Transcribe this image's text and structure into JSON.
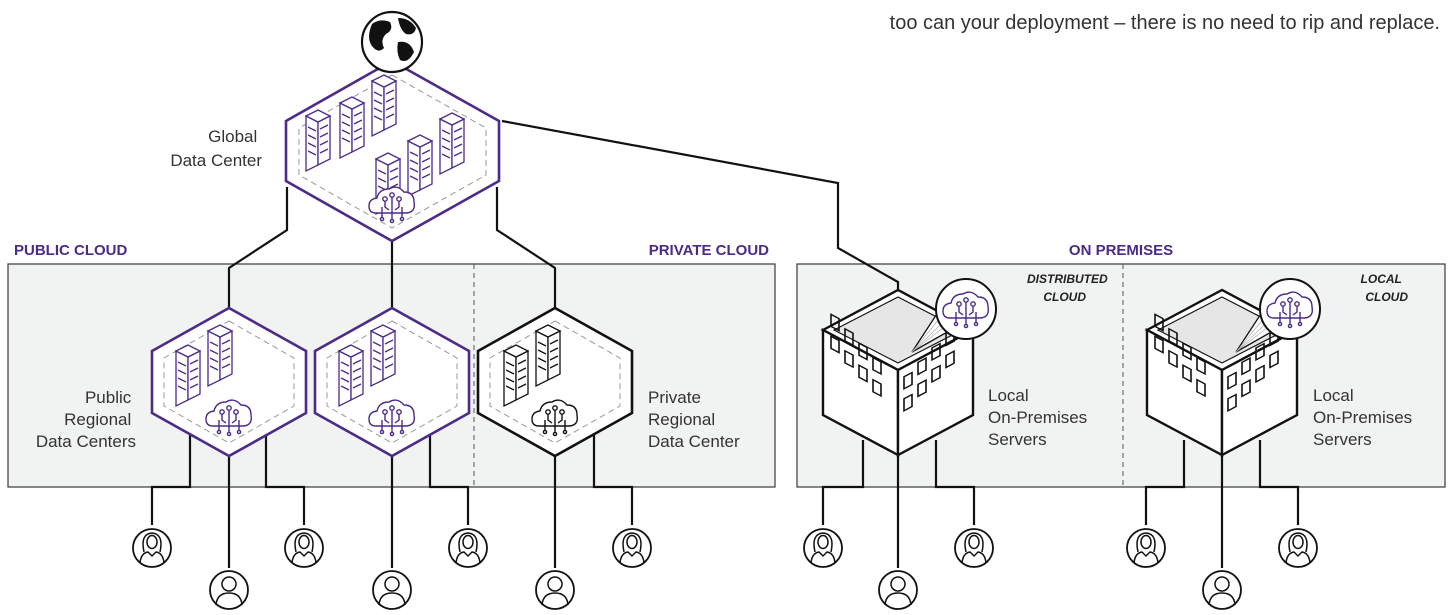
{
  "intro_text": "too can your deployment – there is no need to rip and replace.",
  "colors": {
    "accent": "#4b2a8a",
    "panel_fill": "#f1f2f2",
    "panel_stroke": "#3a3a3a",
    "line": "#111111"
  },
  "icons": [
    "globe-icon",
    "server-rack-icon",
    "ai-cloud-circuit-icon",
    "office-building-icon",
    "female-user-icon",
    "male-user-icon"
  ],
  "sections": {
    "public_cloud": "PUBLIC CLOUD",
    "private_cloud": "PRIVATE CLOUD",
    "on_premises": "ON PREMISES"
  },
  "labels": {
    "global": [
      "Global",
      "Data Center"
    ],
    "public_regional": [
      "Public",
      "Regional",
      "Data Centers"
    ],
    "private_regional": [
      "Private",
      "Regional",
      "Data Center"
    ],
    "local_servers_1": [
      "Local",
      "On-Premises",
      "Servers"
    ],
    "local_servers_2": [
      "Local",
      "On-Premises",
      "Servers"
    ]
  },
  "tags": {
    "distributed_cloud": [
      "DISTRIBUTED",
      "CLOUD"
    ],
    "local_cloud": [
      "LOCAL",
      "CLOUD"
    ]
  }
}
